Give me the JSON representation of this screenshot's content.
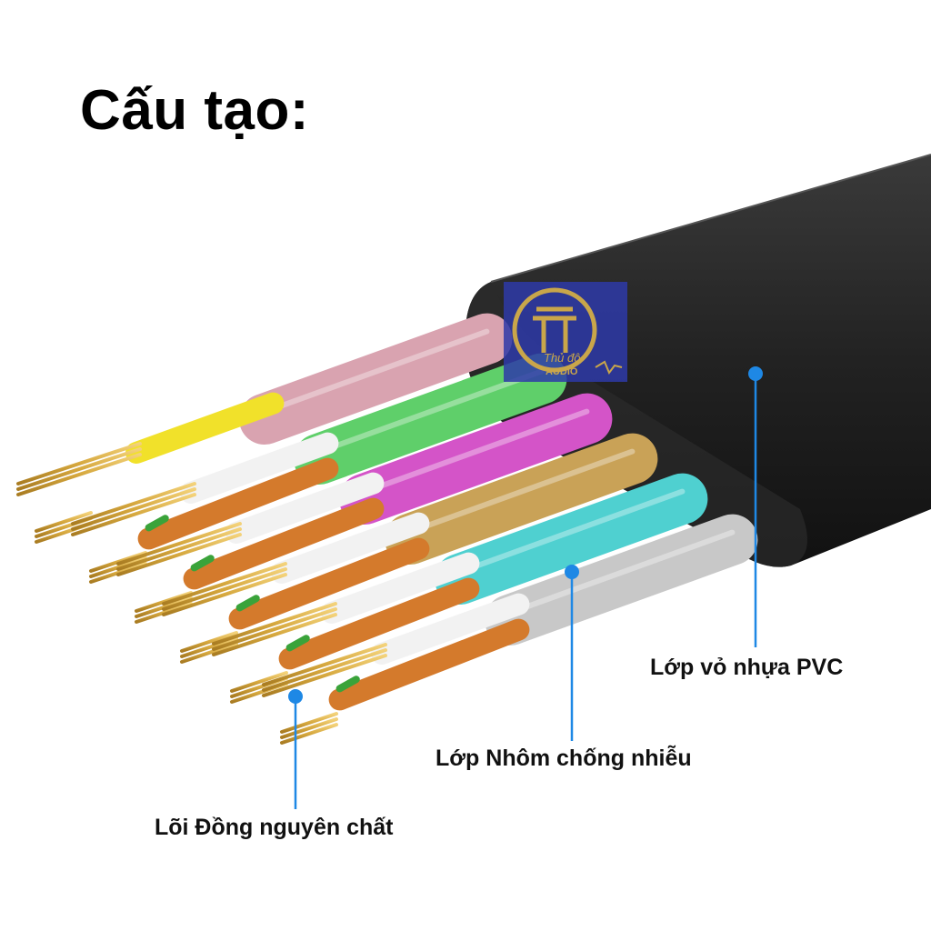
{
  "title": "Cấu tạo:",
  "logo": {
    "line1": "Thủ đô",
    "line2": "AUDIO",
    "background": "#2e3aa8",
    "ring": "#c9a64a"
  },
  "labels": {
    "pvc_jacket": "Lớp vỏ nhựa PVC",
    "aluminum_shield": "Lớp Nhôm chống nhiễu",
    "copper_core": "Lõi Đồng nguyên chất"
  },
  "colors": {
    "callout": "#1e88e5",
    "jacket": "#1f1f1f",
    "copper": "#d9b04a",
    "insulation_orange": "#d47a2c",
    "insulation_white": "#f2f2f2",
    "insulation_yellow": "#f1e12a",
    "inner_green": "#3aa33a",
    "foil_colors": [
      "#d9a3b0",
      "#5fcf6a",
      "#d454c8",
      "#c9a257",
      "#4fd0d0",
      "#c8c8c8"
    ]
  }
}
